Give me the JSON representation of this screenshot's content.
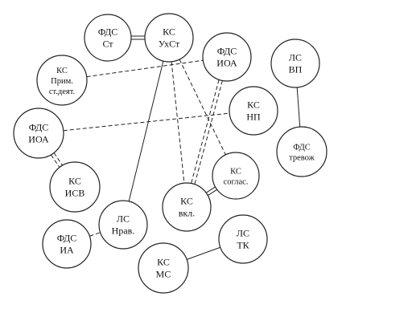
{
  "nodes": [
    {
      "id": "fds-st",
      "lines": [
        "ФДС",
        "Ст"
      ]
    },
    {
      "id": "ks-uxst",
      "lines": [
        "КС",
        "УхСт"
      ]
    },
    {
      "id": "fds-ioa-top",
      "lines": [
        "ФДС",
        "ИОА"
      ]
    },
    {
      "id": "ls-vp",
      "lines": [
        "ЛС",
        "ВП"
      ]
    },
    {
      "id": "ks-prim",
      "lines": [
        "КС",
        "Прим.",
        "ст.деят."
      ]
    },
    {
      "id": "ks-np",
      "lines": [
        "КС",
        "НП"
      ]
    },
    {
      "id": "fds-ioa-left",
      "lines": [
        "ФДС",
        "ИОА"
      ]
    },
    {
      "id": "fds-trevozh",
      "lines": [
        "ФДС",
        "тревож"
      ]
    },
    {
      "id": "ks-soglas",
      "lines": [
        "КС",
        "соглас."
      ]
    },
    {
      "id": "ks-isv",
      "lines": [
        "КС",
        "ИСВ"
      ]
    },
    {
      "id": "ks-vkl",
      "lines": [
        "КС",
        "вкл."
      ]
    },
    {
      "id": "ls-nrav",
      "lines": [
        "ЛС",
        "Нрав."
      ]
    },
    {
      "id": "fds-ia",
      "lines": [
        "ФДС",
        "ИА"
      ]
    },
    {
      "id": "ls-tk",
      "lines": [
        "ЛС",
        "ТК"
      ]
    },
    {
      "id": "ks-ms",
      "lines": [
        "КС",
        "МС"
      ]
    }
  ],
  "edges": [
    {
      "from": "fds-st",
      "to": "ks-uxst",
      "style": "double"
    },
    {
      "from": "ks-uxst",
      "to": "ls-nrav",
      "style": "solid"
    },
    {
      "from": "ks-uxst",
      "to": "ks-vkl",
      "style": "dashed"
    },
    {
      "from": "ks-uxst",
      "to": "ks-soglas",
      "style": "dashed"
    },
    {
      "from": "fds-ioa-top",
      "to": "ks-vkl",
      "style": "double-dashed"
    },
    {
      "from": "ks-prim",
      "to": "fds-ioa-top",
      "style": "dashed"
    },
    {
      "from": "fds-ioa-left",
      "to": "ks-np",
      "style": "dashed"
    },
    {
      "from": "fds-ioa-left",
      "to": "ks-isv",
      "style": "double-dashed"
    },
    {
      "from": "ls-vp",
      "to": "fds-trevozh",
      "style": "solid"
    },
    {
      "from": "ks-soglas",
      "to": "ks-vkl",
      "style": "double"
    },
    {
      "from": "fds-ia",
      "to": "ls-nrav",
      "style": "dashed"
    },
    {
      "from": "ks-ms",
      "to": "ls-tk",
      "style": "solid"
    }
  ]
}
